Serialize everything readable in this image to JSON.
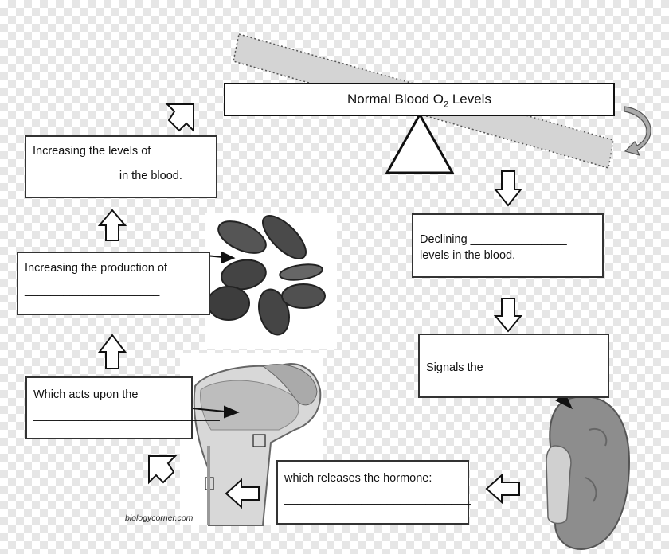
{
  "balance": {
    "title_prefix": "Normal Blood O",
    "title_subscript": "2",
    "title_suffix": " Levels"
  },
  "steps": {
    "declining": {
      "line1": "Declining _______________",
      "line2": "levels in the blood."
    },
    "signals": {
      "line1": "Signals the ______________"
    },
    "releases": {
      "line1": "which releases the hormone:",
      "line2": "_____________________________"
    },
    "acts_upon": {
      "line1": "Which acts upon the",
      "line2": "_____________________________"
    },
    "production": {
      "line1": "Increasing the production of",
      "line2": "_____________________"
    },
    "increasing_levels": {
      "line1": "Increasing the levels of",
      "line2": "_____________ in the blood."
    }
  },
  "credit": "biologycorner.com",
  "colors": {
    "box_border": "#333333",
    "seesaw_fill": "#d4d4d4",
    "rbc_dark": "#4a4a4a",
    "kidney": "#8d8d8d",
    "bone": "#d8d8d8"
  }
}
